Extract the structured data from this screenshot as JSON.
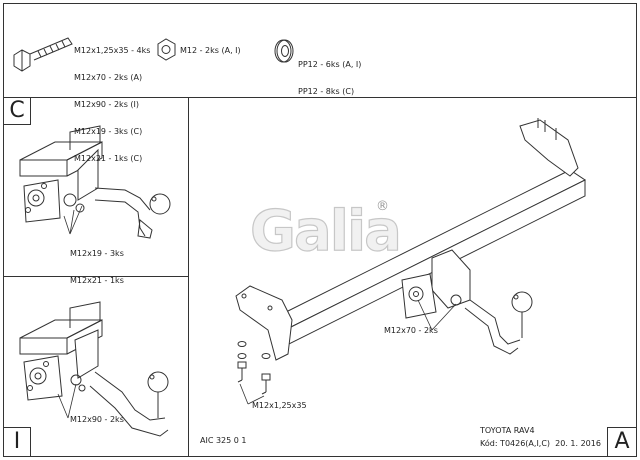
{
  "legend": {
    "bolt_lines": [
      "M12x1,25x35 - 4ks",
      "M12x70 - 2ks (A)",
      "M12x90 - 2ks (I)",
      "M12x19 - 3ks (C)",
      "M12x21 - 1ks (C)"
    ],
    "nut_line": "M12 - 2ks (A, I)",
    "washer_lines": [
      "PP12 - 6ks (A, I)",
      "PP12 - 8ks (C)"
    ]
  },
  "panels": {
    "c": {
      "letter": "C",
      "callouts": [
        "M12x19 - 3ks",
        "M12x21 - 1ks"
      ]
    },
    "i": {
      "letter": "I",
      "callouts": [
        "M12x90 - 2ks"
      ]
    },
    "a": {
      "letter": "A",
      "callouts": [
        "M12x70 - 2ks",
        "M12x1,25x35"
      ]
    }
  },
  "brand": {
    "logo_text": "Galia",
    "registered_mark": "®"
  },
  "footer": {
    "drawing_number": "AIC 325 0 1",
    "vehicle": "TOYOTA RAV4",
    "code_line": "Kód: T0426(A,I,C)  20. 1. 2016"
  }
}
